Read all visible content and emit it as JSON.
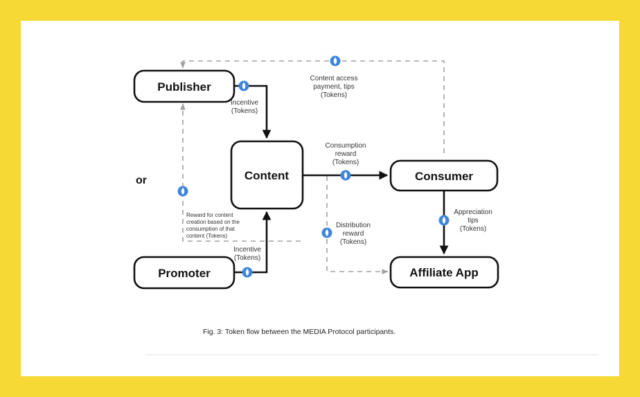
{
  "colors": {
    "background": "#f6d935",
    "panel": "#ffffff",
    "node_stroke": "#111111",
    "solid_flow": "#111111",
    "dashed_flow": "#a0a0a0",
    "token_icon": "#3f86db"
  },
  "nodes": {
    "publisher": "Publisher",
    "content": "Content",
    "consumer": "Consumer",
    "promoter": "Promoter",
    "affiliate_app": "Affiliate App"
  },
  "or_label": "or",
  "edges": {
    "publisher_incentive": [
      "Incentive",
      "(Tokens)"
    ],
    "content_access": [
      "Content access",
      "payment, tips",
      "(Tokens)"
    ],
    "consumption_reward": [
      "Consumption",
      "reward",
      "(Tokens)"
    ],
    "creation_reward": [
      "Reward for content",
      "creation based on the",
      "consumption of that",
      "content (Tokens)"
    ],
    "promoter_incentive": [
      "Incentive",
      "(Tokens)"
    ],
    "distribution_reward": [
      "Distribution",
      "reward",
      "(Tokens)"
    ],
    "appreciation_tips": [
      "Appreciation",
      "tips",
      "(Tokens)"
    ]
  },
  "icons": {
    "token": "token-icon"
  },
  "caption": "Fig. 3: Token flow between the MEDIA Protocol participants."
}
